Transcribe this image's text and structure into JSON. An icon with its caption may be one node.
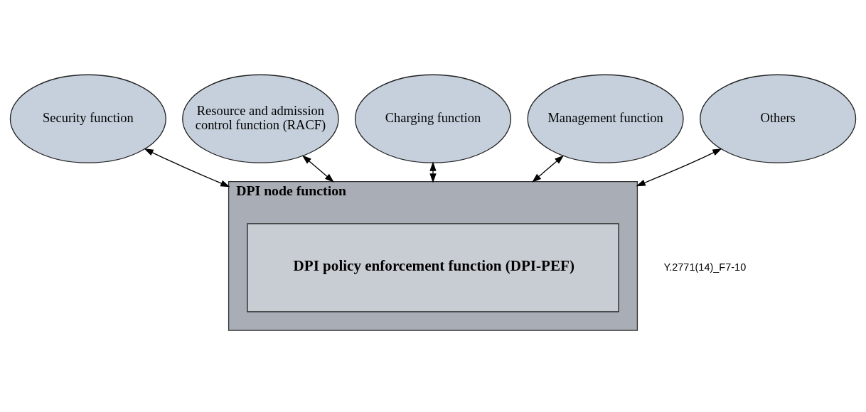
{
  "diagram": {
    "nodes": [
      {
        "text": [
          "Security function"
        ]
      },
      {
        "text": [
          "Resource and admission control function (RACF)"
        ]
      },
      {
        "text": [
          "Charging function"
        ]
      },
      {
        "text": [
          "Management function"
        ]
      },
      {
        "text": [
          "Others"
        ]
      },
      {
        "text": [
          "DPI node function"
        ]
      },
      {
        "text": [
          "DPI policy enforcement function (DPI-PEF)"
        ],
        "in": 5
      }
    ],
    "edges": [
      {
        "from": 0,
        "to": 5,
        "arrow": "both"
      },
      {
        "from": 1,
        "to": 5,
        "arrow": "both"
      },
      {
        "from": 2,
        "to": 5,
        "arrow": "both"
      },
      {
        "from": 3,
        "to": 5,
        "arrow": "both"
      },
      {
        "from": 4,
        "to": 5,
        "arrow": "both"
      }
    ],
    "labels": [
      "Y.2771(14)_F7-10"
    ]
  }
}
